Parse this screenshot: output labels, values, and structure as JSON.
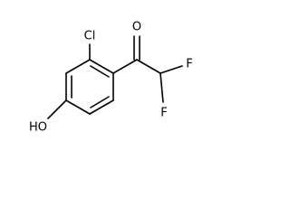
{
  "molecule": {
    "atoms": {
      "chlorine": "Cl",
      "oxygen_carbonyl": "O",
      "fluorine_upper": "F",
      "fluorine_lower": "F",
      "hydroxyl": "HO"
    },
    "colors": {
      "bond": "#000000",
      "label": "#000000",
      "background": "#ffffff"
    }
  }
}
